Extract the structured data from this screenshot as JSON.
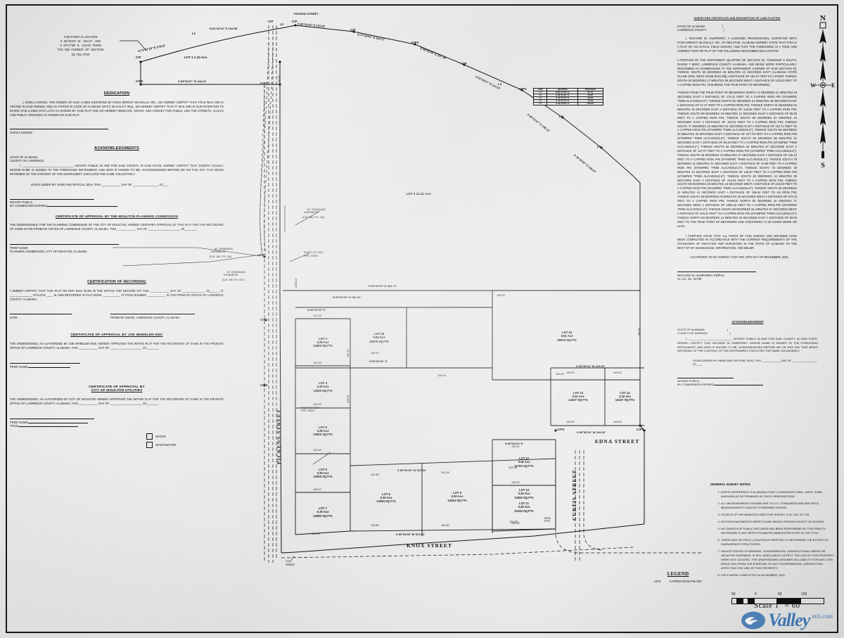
{
  "document": {
    "type": "subdivision-plat",
    "scale_label": "Scale  1\"  =  60'",
    "watermark_main": "Valley",
    "watermark_sub": "mls.com"
  },
  "left_column": {
    "point_note": "THIS POINT IS LOCATED\nS  00°46'43\"  W   192.27',  AND\nS  00°17'58\"  E   120.63'  FROM\nTHE  NW  CORNER  OF  SECTION\n33, T6S, R7W",
    "dedication": {
      "title": "DEDICATION",
      "body": "I, SHEILA KOENIG, THE OWNER OF SAID LANDS SURVEYED BY PUGH WRIGHT McANALLY, INC., DO HEREBY CERTIFY THAT TITLE WAS AND IS VESTED IN SAID OWNER, AND AS STATED IN CODE OF ALABAMA 1975 § 35-2-51 ET SEQ., DO HEREBY CERTIFY THAT IT WAS AND IS OUR INTENTION TO DIVIDE SAID LANDS INTO LOTS AS SHOWN BY SAID PLAT AND DO HEREBY DEDICATE, GRANT, AND CONVEY FOR PUBLIC USE THE STREETS, ALLEYS AND PUBLIC GROUNDS AS SHOWN ON SAID PLAT.",
      "signature_name": "SHEILA KOENIG"
    },
    "acknowledgments": {
      "title": "ACKNOWLEDGMENTS",
      "state": "STATE OF ALABAMA",
      "county": "COUNTY OF LAWRENCE",
      "body": "I, ________________________________ NOTARY PUBLIC IN AND FOR SAID COUNTY, IN SAID STATE, HEREBY CERTIFY THAT JOSEPH COOLEY, WHOSE NAME IS SIGNED TO THE FOREGOING INSTRUMENT, AND WHO IS KNOWN TO ME, ACKNOWLEDGED BEFORE ME ON THIS DAY THAT BEING INFORMED OF THE CONTENT OF THE INSTRUMENT, EXECUTED THE SAME VOLUNTARILY.",
      "seal_line": "GIVEN UNDER MY HAND AND OFFICIAL SEAL THIS ____________ DAY OF ________________ 20____",
      "notary_label": "NOTARY PUBLIC",
      "commission_label": "MY COMMISSION EXPIRES"
    },
    "planning_commission": {
      "title": "CERTIFICATE OF APPROVAL BY THE MOULTON PLANNING COMMISSION",
      "body": "THE UNDERSIGNED, FOR THE PLANNING COMMISSION OF THE CITY OF MOULTON, HEREBY CERTIFIES APPROVAL OF THIS PLAT FOR THE RECORDING OF SAME IN THE PROBATE OFFICE OF LAWRENCE COUNTY, ALABAMA, THIS ____________ DAY OF ____________________ 20________",
      "print_name_label": "PRINT NAME:",
      "sub_label": "PLANNING COMMISSION, CITY OF MOULTON, ALABAMA"
    },
    "recording": {
      "title": "CERTIFICATION OF RECORDING",
      "body": "I HEREBY CERTIFY THAT THIS PLAT OR MAP WAS FILED IN THE OFFICE FOR RECORD ON THIS ____________ DAY OF ______________ 20______ AT ______________ O'CLOCK ____ M. AND RECORDED IN PLAT BOOK ___________ AT PAGE NUMBER ___________, IN THE PROBATE OFFICE OF LAWRENCE COUNTY, ALABAMA.",
      "date_label": "DATE",
      "judge_label": "PROBATE JUDGE, LAWRENCE COUNTY, ALABAMA"
    },
    "joe_wheeler": {
      "title": "CERTIFICATE OF APPROVAL BY JOE WHEELER EMC",
      "body": "THE UNDERSIGNED, AS AUTHORIZED BY JOE WHEELER EMC HEREBY APPROVED THE WITHIN PLAT FOR THE RECORDING OF SAME IN THE PROBATE OFFICE OF LAWRENCE COUNTY, ALABAMA, THIS ____________ DAY OF ____________________ 20________",
      "print_name_label": "PRINT NAME:"
    },
    "moulton_utilities": {
      "title_line1": "CERTIFICATE OF APPROVAL BY",
      "title_line2": "CITY OF MOULTON UTILITIES",
      "body": "THE UNDERSIGNED, AS AUTHORIZED BY CITY OF MOULTON HEREBY APPROVED THE WITHIN PLAT FOR THE RECORDING OF SAME IN THE PROBATE OFFICE OF LAWRENCE COUNTY, ALABAMA, THIS ____________ DAY OF ____________________ 20________",
      "print_name_label": "PRINT NAME:",
      "title_label": "TITLE:",
      "checkboxes": [
        "WATER",
        "WASTEWATER"
      ]
    }
  },
  "right_column": {
    "surveyor_cert": {
      "title": "SURVEYORS CERTIFICATE AND DESCRIPTION OF LAND PLATTED",
      "state": "STATE OF ALABAMA",
      "county": "LAWRENCE COUNTY",
      "intro": "I, RICHARD W. HUMPHREY, A LICENSED PROFESSIONAL SURVEYOR WITH PUGH WRIGHT McANALLY, INC. OF DECATUR, ALABAMA HEREBY STATE THAT THIS IS A PLAT OF AN ACTUAL FIELD SURVEY, AND THAT THE FOREGOING IS A TRUE AND CORRECT MAP OR PLAT OF THE FOLLOWING DESCRIBED REAL ESTATE:",
      "para1": "A PORTION OF THE NORTHWEST QUARTER OF SECTION 33, TOWNSHIP 6 SOUTH, RANGE 7 WEST, LAWRENCE COUNTY, ALABAMA, AND BEING MORE PARTICULARLY DESCRIBED AS COMMENCING AT THE NORTHWEST CORNER OF SAID SECTION 33; THENCE SOUTH 00 DEGREES 46 MINUTES 43 SECONDS EAST (ALABAMA STATE PLANE GRID, WEST ZONE [NAD 83]) A DISTANCE OF 192.27 FEET TO A POINT; THENCE SOUTH 00 DEGREES 17 MINUTES 58 SECONDS WEST A DISTANCE OF 120.63 FEET TO A CAPPED IRON PIN, THIS BEING THE TRUE POINT OF BEGINNING;",
      "para2": "THENCE FROM THE TRUE POINT OF BEGINNING NORTH 71 DEGREES 21 MINUTES 18 SECONDS EAST A DISTANCE OF 178.11 FEET TO A CAPPED IRON PIN (STAMPED \"PWM AL/CA0021/LS\"); THENCE NORTH 81 DEGREES 31 MINUTES 46 SECONDS EAST A DISTANCE OF 67.47 FEET TO A CAPPED IRON PIN; THENCE NORTH 81 DEGREES 34 MINUTES 19 SECONDS EAST A DISTANCE OF 133.58 FEET TO A CAPPED IRON PIN; THENCE SOUTH 88 DEGREES 19 MINUTES 12 SECONDS EAST A DISTANCE OF 50.00 FEET TO A CAPPED IRON PIN; THENCE SOUTH 83 DEGREES 31 MINUTES 43 SECONDS EAST A DISTANCE OF 123.42 FEET TO A CAPPED IRON PIN; THENCE SOUTH 77 DEGREES 23 MINUTES 01 SECONDS EAST A DISTANCE OF 119.71 FEET TO A CAPPED IRON PIN (STAMPED \"PWM AL/CA0021/LS\"); THENCE SOUTH 58 DEGREES 03 MINUTES 40 SECONDS EAST A DISTANCE OF 107.78 FEET TO A CAPPED IRON PIN (STAMPED \"PWM AL/CA0021/LS\"); THENCE SOUTH 56 DEGREES 55 MINUTES 21 SECONDS EAST A DISTANCE OF 89.29 FEET TO A CAPPED IRON PIN (STAMPED \"PWM AL/CA0021/LS\"); THENCE SOUTH 52 DEGREES 53 MINUTES 57 SECONDS EAST A DISTANCE OF 127.07 FEET TO A CAPPED IRON PIN (STAMPED \"PWM AL/CA0021/LS\"); THENCE SOUTH 45 DEGREES 13 MINUTES 27 SECONDS EAST A DISTANCE OF 146.12 FEET TO A CAPPED IRON PIN (STAMPED \"PWM AL/CA0021/LS\"); THENCE SOUTH 78 DEGREES 31 MINUTES 41 SECONDS EAST A DISTANCE OF 43.59 FEET TO A CAPPED IRON PIN (STAMPED \"PWM AL/CA0021/LS\"); THENCE SOUTH 78 DEGREES 30 MINUTES 43 SECONDS EAST A DISTANCE OF 149.67 FEET TO A CAPPED IRON PIN (STAMPED \"PWM AL/CA0021/LS\"); THENCE SOUTH 29 DEGREES 10 MINUTES 50 SECONDS EAST A DISTANCE OF 219.03 FEET TO A CAPPED IRON PIN; THENCE SOUTH 89 DEGREES 35 MINUTES 10 SECONDS WEST A DISTANCE OF 219.03 FEET TO A CAPPED IRON PIN (STAMPED \"PWM AL/CA0021/LS\"); THENCE SOUTH 00 DEGREES 41 MINUTES 41 SECONDS EAST A DISTANCE OF 198.34 FEET TO AN IRON PIN; THENCE SOUTH 55 DEGREES 04 MINUTES 35 SECONDS WEST A DISTANCE OF 572.04 FEET TO A CAPPED IRON PIN; THENCE NORTH 00 DEGREES 10 MINUTES 27 SECONDS WEST A DISTANCE OF 1006.22 FEET TO A CAPPED IRON PIN (STAMPED \"PWM AL/CA0021/LS\"); THENCE SOUTH 89 DEGREES 51 MINUTES 57 SECONDS WEST A DISTANCE OF 418.31 FEET TO A CAPPED IRON PIN (STAMPED \"PWM AL/CA0021/LS\"); THENCE NORTH 00 DEGREES 14 MINUTES 48 SECONDS EAST A DISTANCE OF 59.93 FEET TO THE TRUE POINT OF BEGINNING AND CONTAINING 17.40 ACRES MORE OR LESS.",
      "para3": "I FURTHER STATE THAT ALL PARTS OF THIS SURVEY AND DRAWING HAVE BEEN COMPLETED IN ACCORDANCE WITH THE CURRENT REQUIREMENTS OF THE STANDARDS OF PRACTICE FOR SURVEYING IN THE STATE OF ALABAMA TO THE BEST OF MY KNOWLEDGE, INFORMATION, AND BELIEF.",
      "para4": "ACCORDING TO MY SURVEY, THIS THE 13TH DAY OF DECEMBER, 2021.",
      "signer_name": "RICHARD W. HUMPHREY, PE/PLS",
      "signer_license": "AL LIC. No. 22738"
    },
    "acknowledgment": {
      "title": "ACKNOWLEDGMENT",
      "state": "STATE OF ALABAMA",
      "county": "COUNTY OF MORGAN",
      "body": "I, ____________________________ NOTARY PUBLIC IN AND FOR SAID COUNTY, IN SAID STATE, HEREBY CERTIFY THAT RICHARD W. HUMPHREY, WHOSE NAME IS SIGNED TO THE FOREGOING INSTRUMENT, AND WHO IS KNOWN TO ME, ACKNOWLEDGED BEFORE ME ON THIS DAY THAT BEING INFORMED OF THE CONTENT OF THE INSTRUMENT, EXECUTED THE SAME VOLUNTARILY.",
      "seal_line": "GIVEN UNDER MY HAND AND OFFICIAL SEAL THIS ____________ DAY OF ________________ 20____",
      "notary_label": "NOTARY PUBLIC",
      "commission_label": "MY COMMISSION EXPIRES"
    },
    "survey_notes": {
      "title": "GENERAL SURVEY NOTES",
      "items": [
        "NORTH REFERENCE IS ALABAMA STATE COORDINATE GRID—WEST ZONE (NAD1983) AS DETERMINED BY GNSS OBSERVATIONS.",
        "ALL MEASUREMENTS SHOWN ARE TO U.S. STANDARDS AND ARE FIELD MEASUREMENTS UNLESS OTHERWISE SHOWN.",
        "SOURCE OF INFORMATION USED FOR SURVEY: D.B. 218, PG 728",
        "NO ENCROACHMENTS WERE FOUND ABOVE GROUND EXCEPT AS SHOWN.",
        "NO SEARCH OF PUBLIC RECORDS HAS BEEN PERFORMED BY THIS FIRM TO DETERMINE IF ANY DEFECTS AND/OR AMBIGUITIES EXIST IN THE TITLE.",
        "THERE WAS NO FIELD LOCATION ATTEMPTED TO DETERMINE THE EXTENT OF SUBSURFACE STRUCTURES.",
        "UNLESS STATED OTHERWISE, GOVERNMENTAL JURISDICTIONAL AREAS OR NEGATIVE EASEMENT, IF ANY, WHICH MIGHT AFFECT THE USE OF THIS PROPERTY WERE NOT LOCATED. THE UNDERSIGNED ASSUMES NO LIABILITY FOR ANY LOSS RESULTING FROM THE EXERCISE OF ANY GOVERNMENTAL JURISDICTION AFFECTING THE USE OF THIS PROPERTY.",
        "FIELD WORK COMPLETED IN NOVEMBER, 2021"
      ]
    },
    "legend": {
      "title": "LEGEND",
      "symbol": "CIPS",
      "meaning": "CAPPED IRON PIN SET"
    }
  },
  "map": {
    "lots": [
      {
        "name": "LOT  1",
        "acres": "1.10  Ac±",
        "sqft": ""
      },
      {
        "name": "LOT  2",
        "acres": "11.21  Ac±",
        "sqft": ""
      },
      {
        "name": "LOT  3",
        "acres": "0.29  Ac±",
        "sqft": "13000  SQ  FT±"
      },
      {
        "name": "LOT  4",
        "acres": "0.29  Ac±",
        "sqft": "13000  SQ  FT±"
      },
      {
        "name": "LOT  5",
        "acres": "0.29  Ac±",
        "sqft": "13000  SQ  FT±"
      },
      {
        "name": "LOT  6",
        "acres": "0.29  Ac±",
        "sqft": "13000  SQ  FT±"
      },
      {
        "name": "LOT  7",
        "acres": "0.30  Ac±",
        "sqft": "13083  SQ  FT±"
      },
      {
        "name": "LOT  8",
        "acres": "0.30  Ac±",
        "sqft": "13294  SQ  FT±"
      },
      {
        "name": "LOT  9",
        "acres": "0.30  Ac±",
        "sqft": "13294  SQ  FT±"
      },
      {
        "name": "LOT  10",
        "acres": "0.30  Ac±",
        "sqft": "13293  SQ  FT±"
      },
      {
        "name": "LOT  11",
        "acres": "0.25  Ac±",
        "sqft": "11033  SQ  FT±"
      },
      {
        "name": "LOT  12",
        "acres": "0.26  Ac±",
        "sqft": "11700  SQ  FT±"
      },
      {
        "name": "LOT  13",
        "acres": "0.32  Ac±",
        "sqft": "14237  SQ  FT±"
      },
      {
        "name": "LOT  14",
        "acres": "0.32  Ac±",
        "sqft": "14237  SQ  FT±"
      },
      {
        "name": "LOT  15",
        "acres": "0.91  Ac±",
        "sqft": "39976  SQ  FT±"
      },
      {
        "name": "LOT  16",
        "acres": "0.53  Ac±",
        "sqft": "23475  SQ  FT±"
      }
    ],
    "streets": [
      {
        "name": "PICKENS STREET",
        "orientation": "vertical"
      },
      {
        "name": "CURTIS STREET",
        "orientation": "vertical"
      },
      {
        "name": "KNOX STREET",
        "orientation": "horizontal"
      },
      {
        "name": "EDNA STREET",
        "orientation": "horizontal"
      }
    ],
    "street_callout_top": "PICKENS  STREET",
    "easements": [
      {
        "label": "10'  DRAINAGE\nEASEMENT",
        "ref": "(D.B.  180,  PG.  110)"
      },
      {
        "label": "15'  DRAINAGE\nEASEMENT",
        "ref": "(D.B.  180,  PG.  110)"
      },
      {
        "label": "15'  DRAINAGE\nEASEMENT",
        "ref": "(D.B.  186,  PG.  637)"
      }
    ],
    "right_of_way_note": "RIGHT-OF-WAY\nPER  DEED",
    "rebar_note": "1/2\"\nREBAR",
    "iron_pipe_note": "IRON\nPIPE",
    "boundary_bearings": [
      "N  81°34'19\"  E   133.58'",
      "S  83°31'43\"  E   123.42'",
      "S  77°23'01\"  E   119.71'",
      "S  58°03'40\"  E   107.78'",
      "S  52°53'57\"  E   127.07'",
      "S  45°13'27\"  E   146.12'",
      "S  78°30'43\"  E   149.67'",
      "N  71°21'18\"  E   178.11'",
      "S  89°51'57\"  W   418.31'",
      "N  90°00'00\"  E   433.73'",
      "N  90°00'00\"  E   282.54'",
      "N  90°00'00\"  E",
      "N  90°00'00\"  E",
      "S  89°04'35\"  W   307.04'",
      "S  89°04'35\"  W   572.04'",
      "S  89°35'34\"  W   219.03'",
      "S  89°35'34\"  W   219.03'",
      "N  89°35'24\"  E"
    ],
    "dims": [
      "132.55'",
      "132.56'",
      "132.61'",
      "132.64'",
      "132.67'",
      "135.16'",
      "150.00'",
      "150.00'",
      "150.00'",
      "100.00'",
      "100.00'",
      "100.00'",
      "102.36'",
      "102.34'",
      "103.34'",
      "102.65'",
      "102.80'",
      "102.85'",
      "130.02'",
      "130.00'",
      "130.32'",
      "109.51'",
      "109.52'",
      "109.51'",
      "109.52'",
      "1006.22'",
      "198.34'",
      "59.93'",
      "50.00'"
    ],
    "line_table": {
      "headers": [
        "LINE",
        "BEARING",
        "DISTANCE"
      ],
      "rows": [
        {
          "line": "L1",
          "bearing": "N  81°31'46\"  E",
          "distance": "67.47'"
        },
        {
          "line": "L2",
          "bearing": "S  88°19'12\"  E",
          "distance": "50.00'"
        },
        {
          "line": "L3",
          "bearing": "S  56°55'21\"  E",
          "distance": "89.29'"
        },
        {
          "line": "L4",
          "bearing": "S  78°31'41\"  E",
          "distance": "43.59'"
        },
        {
          "line": "L5",
          "bearing": "S  29°10'50\"  E",
          "distance": "219.03'"
        }
      ]
    },
    "north_arrow": {
      "n": "N",
      "s": "S",
      "e": "E",
      "w": "W"
    },
    "scale_ticks": [
      "60",
      "0",
      "60",
      "120"
    ]
  }
}
